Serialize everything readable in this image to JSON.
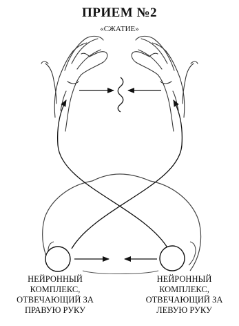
{
  "header": {
    "title": "ПРИЕМ №2",
    "subtitle": "«СЖАТИЕ»"
  },
  "labels": {
    "left": [
      "НЕЙРОННЫЙ",
      "КОМПЛЕКС,",
      "ОТВЕЧАЮЩИЙ ЗА",
      "ПРАВУЮ РУКУ"
    ],
    "right": [
      "НЕЙРОННЫЙ",
      "КОМПЛЕКС,",
      "ОТВЕЧАЮЩИЙ ЗА",
      "ЛЕВУЮ РУКУ"
    ]
  },
  "icons": {
    "left_hand": "left-hand-icon",
    "right_hand": "right-hand-icon",
    "wave": "wavy-signal-icon",
    "head": "head-icon"
  }
}
